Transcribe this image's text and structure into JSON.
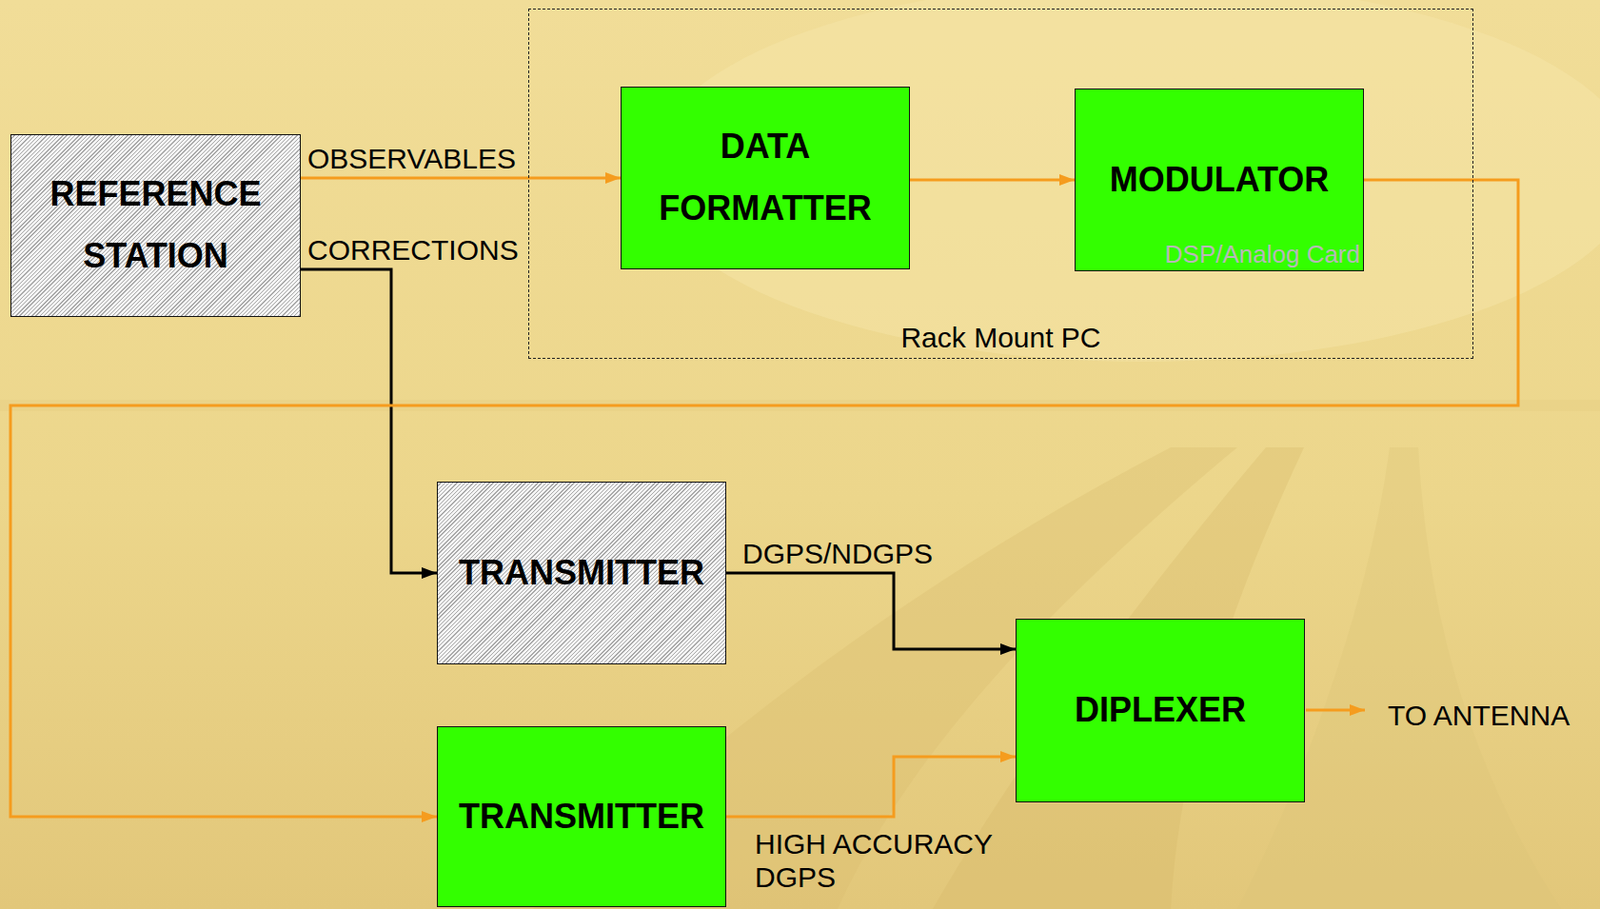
{
  "diagram": {
    "nodes": [
      {
        "text": [
          "REFERENCE STATION"
        ]
      },
      {
        "text": [
          "Rack Mount PC"
        ]
      },
      {
        "text": [
          "DATA FORMATTER"
        ],
        "in": 1
      },
      {
        "text": [
          "MODULATOR",
          "DSP/Analog Card"
        ],
        "in": 1
      },
      {
        "text": [
          "TRANSMITTER"
        ]
      },
      {
        "text": [
          "TRANSMITTER"
        ]
      },
      {
        "text": [
          "DIPLEXER"
        ]
      }
    ],
    "edges": [
      {
        "from": 0,
        "to": 2,
        "label": "OBSERVABLES",
        "arrow": "to"
      },
      {
        "from": 0,
        "to": 4,
        "label": "CORRECTIONS",
        "arrow": "to"
      },
      {
        "from": 2,
        "to": 3,
        "arrow": "to"
      },
      {
        "from": 3,
        "to": 5,
        "arrow": "to"
      },
      {
        "from": 4,
        "to": 6,
        "label": "DGPS/NDGPS",
        "arrow": "to"
      },
      {
        "from": 5,
        "to": 6,
        "label": "HIGH ACCURACY DGPS",
        "arrow": "to"
      }
    ],
    "labels": [
      "TO ANTENNA"
    ]
  }
}
